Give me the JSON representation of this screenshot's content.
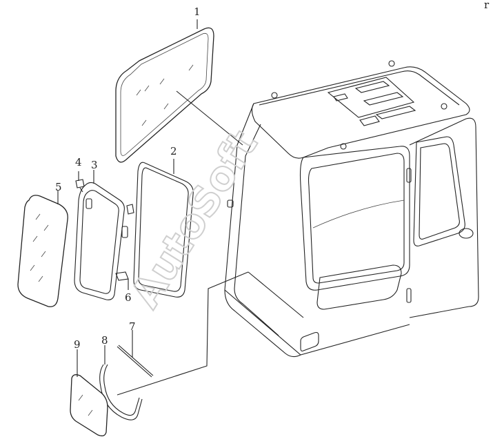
{
  "diagram": {
    "callouts": [
      "1",
      "2",
      "3",
      "4",
      "5",
      "6",
      "7",
      "8",
      "9"
    ],
    "watermark": "AutoSoft",
    "corner_mark": "r"
  },
  "parts": [
    {
      "callout": "1",
      "part": "rear-glass"
    },
    {
      "callout": "2",
      "part": "front-lower-glass-seal"
    },
    {
      "callout": "3",
      "part": "front-lower-window-frame"
    },
    {
      "callout": "4",
      "part": "clip"
    },
    {
      "callout": "5",
      "part": "front-lower-glass"
    },
    {
      "callout": "6",
      "part": "bracket"
    },
    {
      "callout": "7",
      "part": "filler-strip"
    },
    {
      "callout": "8",
      "part": "side-glass-seal"
    },
    {
      "callout": "9",
      "part": "side-glass"
    }
  ]
}
